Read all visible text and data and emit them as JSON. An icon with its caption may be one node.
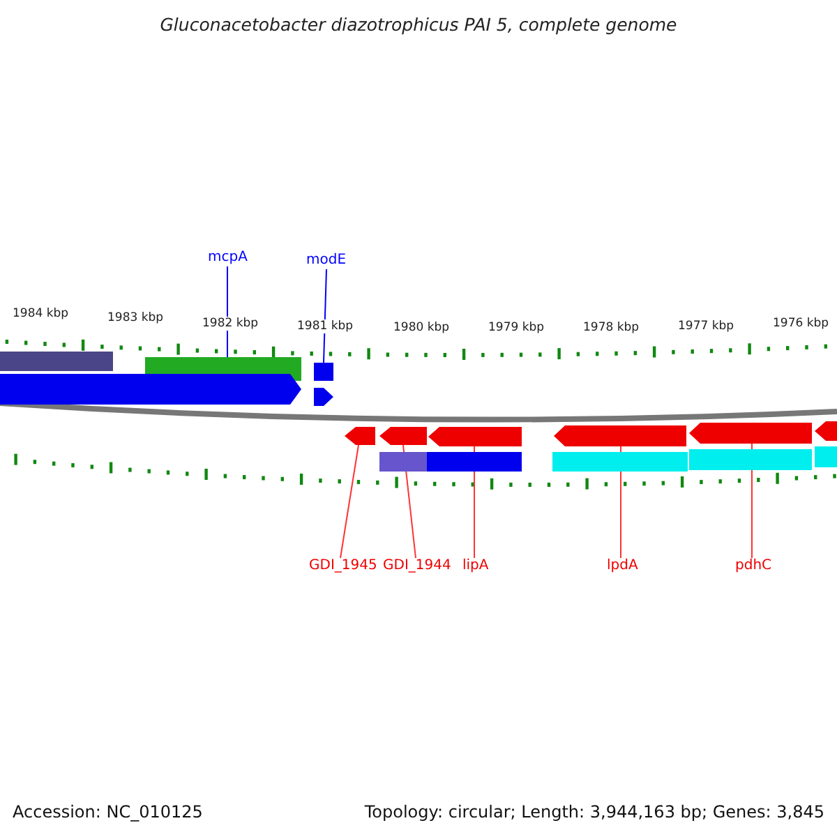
{
  "diagram": {
    "title": "Gluconacetobacter diazotrophicus PAI 5, complete genome",
    "nodes": [
      {
        "text": [
          "mcpA"
        ]
      },
      {
        "text": [
          "modE"
        ]
      },
      {
        "text": [],
        "shape": "bar"
      },
      {
        "text": [],
        "shape": "bar"
      },
      {
        "text": [],
        "shape": "bar"
      },
      {
        "text": [],
        "shape": "pentagon"
      },
      {
        "text": [],
        "shape": "pentagon"
      },
      {
        "text": [],
        "shape": "pentagon"
      },
      {
        "text": [],
        "shape": "pentagon"
      },
      {
        "text": [],
        "shape": "pentagon"
      },
      {
        "text": [],
        "shape": "pentagon"
      },
      {
        "text": [],
        "shape": "pentagon"
      },
      {
        "text": [],
        "shape": "pentagon"
      },
      {
        "text": [],
        "shape": "bar"
      },
      {
        "text": [],
        "shape": "bar"
      },
      {
        "text": [],
        "shape": "bar"
      },
      {
        "text": [],
        "shape": "bar"
      },
      {
        "text": [],
        "shape": "bar"
      },
      {
        "text": [
          "GDI_1945"
        ]
      },
      {
        "text": [
          "GDI_1944"
        ]
      },
      {
        "text": [
          "lipA"
        ]
      },
      {
        "text": [
          "lpdA"
        ]
      },
      {
        "text": [
          "pdhC"
        ]
      }
    ],
    "edges": [
      {
        "from": 0,
        "to": 3,
        "arrow": "none",
        "color": "#0000ff"
      },
      {
        "from": 1,
        "to": 4,
        "arrow": "none",
        "color": "#0000ff"
      },
      {
        "from": 18,
        "to": 7,
        "arrow": "none"
      },
      {
        "from": 19,
        "to": 8,
        "arrow": "none"
      },
      {
        "from": 20,
        "to": 9,
        "arrow": "none"
      },
      {
        "from": 21,
        "to": 10,
        "arrow": "none"
      },
      {
        "from": 22,
        "to": 11,
        "arrow": "none"
      }
    ],
    "labels": [
      "1984 kbp",
      "1983 kbp",
      "1982 kbp",
      "1981 kbp",
      "1980 kbp",
      "1979 kbp",
      "1978 kbp",
      "1977 kbp",
      "1976 kbp",
      "Accession: NC_010125",
      "Topology: circular; Length: 3,944,163 bp; Genes: 3,845"
    ]
  }
}
